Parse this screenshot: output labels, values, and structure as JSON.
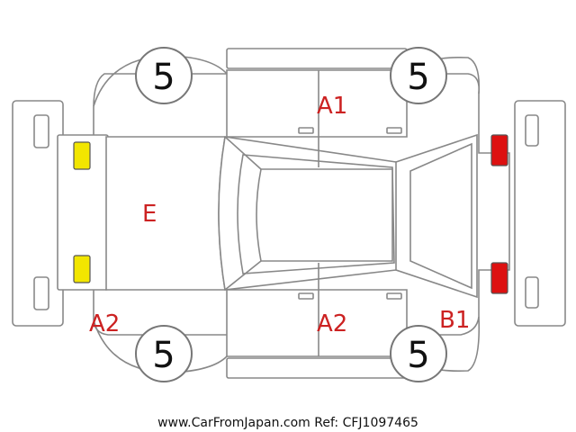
{
  "diagram": {
    "tires": {
      "front_left": "5",
      "front_right": "5",
      "rear_left": "5",
      "rear_right": "5"
    },
    "damage_codes": {
      "hood": "E",
      "front_left_corner": "A2",
      "right_doors": "A1",
      "left_doors": "A2",
      "rear_left_corner": "B1"
    },
    "lamp_colors": {
      "front": "#f2e600",
      "rear": "#dd1111"
    }
  },
  "footer": {
    "text": "www.CarFromJapan.com Ref: CFJ1097465"
  }
}
